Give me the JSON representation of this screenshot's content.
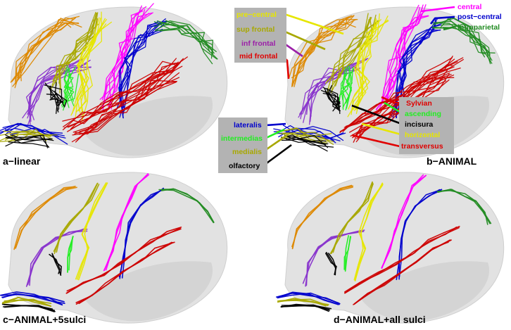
{
  "panels": [
    {
      "id": "a",
      "title": "a−linear"
    },
    {
      "id": "b",
      "title": "b−ANIMAL"
    },
    {
      "id": "c",
      "title": "c−ANIMAL+5sulci"
    },
    {
      "id": "d",
      "title": "d−ANIMAL+all sulci"
    }
  ],
  "sulci": {
    "top_left": [
      {
        "key": "pre_central",
        "text": "pre−central",
        "color": "#e6e600"
      },
      {
        "key": "sup_frontal",
        "text": "sup frontal",
        "color": "#a8a800"
      },
      {
        "key": "inf_frontal",
        "text": "inf frontal",
        "color": "#9b1fa8"
      },
      {
        "key": "mid_frontal",
        "text": "mid frontal",
        "color": "#e00000"
      }
    ],
    "top_right": [
      {
        "key": "central",
        "text": "central",
        "color": "#ff00ff"
      },
      {
        "key": "post_central",
        "text": "post−central",
        "color": "#0000cc"
      },
      {
        "key": "intraparietal",
        "text": "intraparietal",
        "color": "#228b22"
      }
    ],
    "right": [
      {
        "key": "sylvian",
        "text": "Sylvian",
        "color": "#e00000"
      },
      {
        "key": "ascending",
        "text": "ascending",
        "color": "#22ee22"
      },
      {
        "key": "incisura",
        "text": "incisura",
        "color": "#000000"
      },
      {
        "key": "horizontal",
        "text": "horizontal",
        "color": "#e6e600"
      },
      {
        "key": "transversus",
        "text": "transversus",
        "color": "#e00000"
      }
    ],
    "bottom_left": [
      {
        "key": "lateralis",
        "text": "lateralis",
        "color": "#0000cc"
      },
      {
        "key": "intermedias",
        "text": "intermedias",
        "color": "#22ee22"
      },
      {
        "key": "medialis",
        "text": "medialis",
        "color": "#a8a800"
      },
      {
        "key": "olfactory",
        "text": "olfactory",
        "color": "#000000"
      }
    ]
  },
  "colors": {
    "brain": "#e2e2e2",
    "brain_shade": "#d4d4d4",
    "label_box": "#b3b3b3",
    "central": "#ff00ff",
    "post_central": "#0000cc",
    "intraparietal": "#228b22",
    "pre_central": "#e6e600",
    "sup_frontal": "#a8a800",
    "inf_frontal": "#9b1fa8",
    "mid_frontal": "#e00000",
    "orange": "#dd8800",
    "purple": "#8833cc",
    "ascending": "#22ee22",
    "incisura": "#000000",
    "red": "#cc0000"
  }
}
